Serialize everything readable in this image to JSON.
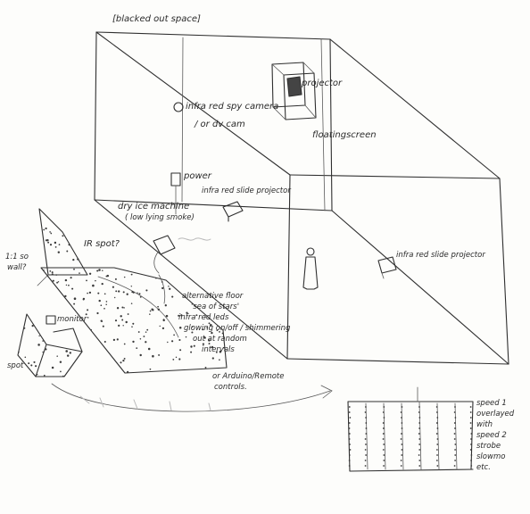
{
  "labels": {
    "blacked_out_space": "[blacked out space]",
    "projector": "projector",
    "infrared_spy_camera": "infra red spy camera",
    "or_dv_cam": "/ or dv cam",
    "floating_screen": "floatingscreen",
    "power": "power",
    "infrared_slide_projector_top": "infra red slide projector",
    "dry_ice_machine_1": "dry ice machine",
    "dry_ice_machine_2": "( low lying smoke)",
    "ir_spot": "IR spot?",
    "side_wall_1": "1:1 so",
    "side_wall_2": "wall?",
    "infrared_slide_projector_right": "infra red slide projector",
    "alternative_floor": "alternative floor",
    "sea_of_stars": "'sea of stars'",
    "infrared_leds": "infra red leds",
    "glowing": "glowing on/off / shimmering",
    "out_at_random": "out at random",
    "intervals": "intervals",
    "arduino": "or Arduino/Remote",
    "controls": "controls.",
    "monitor": "monitor",
    "spot": "spot",
    "speed_1": "speed 1",
    "overlayed": "overlayed",
    "with": "with",
    "speed_2": "speed 2",
    "strobe": "strobe",
    "slowmo": "slowmo",
    "etc": "etc."
  }
}
